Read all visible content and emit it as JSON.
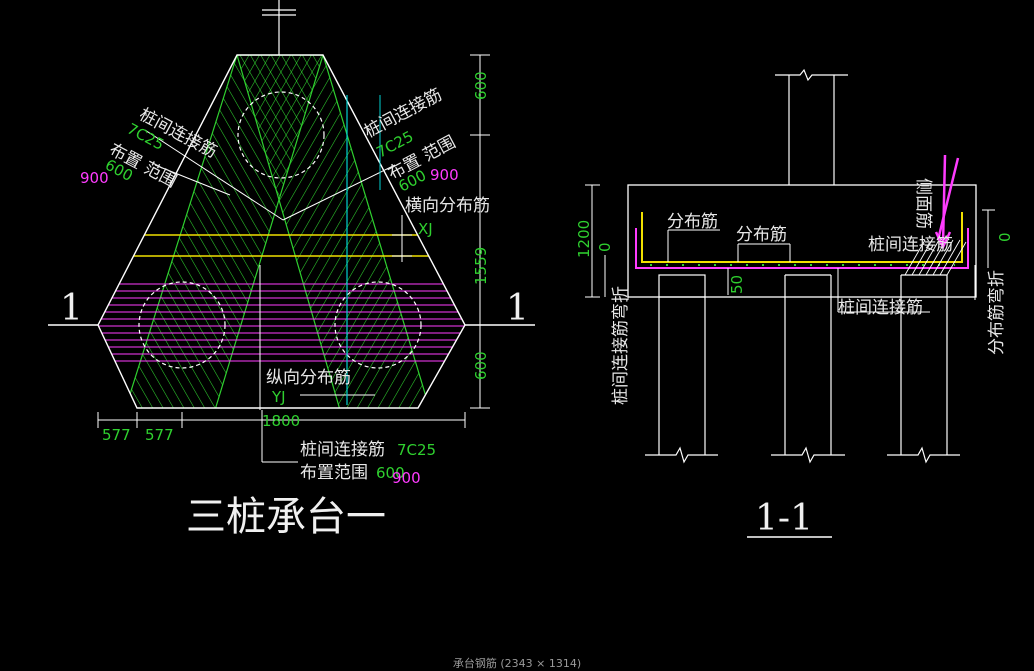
{
  "plan": {
    "title": "三桩承台一",
    "section_mark": "1",
    "dims_right": [
      "600",
      "1559",
      "600"
    ],
    "dims_bottom": [
      "577",
      "577",
      "1800"
    ],
    "label_left_1": "桩间连接筋",
    "label_left_2": "布置 范围",
    "val_left_c": "7C25",
    "val_left_g": "600",
    "val_left_m": "900",
    "label_right_1": "桩间连接筋",
    "label_right_2": "布置 范围",
    "val_right_c": "7C25",
    "val_right_g": "600",
    "val_right_m": "900",
    "label_horizontal": "横向分布筋",
    "code_xj": "XJ",
    "label_longitudinal": "纵向分布筋",
    "code_yj": "YJ",
    "label_bottom_1": "桩间连接筋",
    "label_bottom_2": "布置范围",
    "val_bottom_c": "7C25",
    "val_bottom_g": "600",
    "val_bottom_m": "900"
  },
  "section": {
    "title": "1-1",
    "dim_height": "1200",
    "dim_zero_left": "0",
    "dim_zero_right": "0",
    "dim_cover": "50",
    "label_dist_1": "分布筋",
    "label_dist_2": "分布筋",
    "label_tie_top": "桩间连接筋",
    "label_side": "侧面筋",
    "label_tie_bottom": "桩间连接筋",
    "label_tie_bend": "桩间连接筋弯折",
    "label_dist_bend": "分布筋弯折"
  },
  "caption": "承台钢筋 (2343 × 1314)",
  "colors": {
    "background": "#000000",
    "outline": "#ffffff",
    "rebar_green": "#2fd02f",
    "rebar_yellow": "#f0e000",
    "rebar_magenta": "#ff3cff",
    "axis_cyan": "#00d0d0"
  }
}
